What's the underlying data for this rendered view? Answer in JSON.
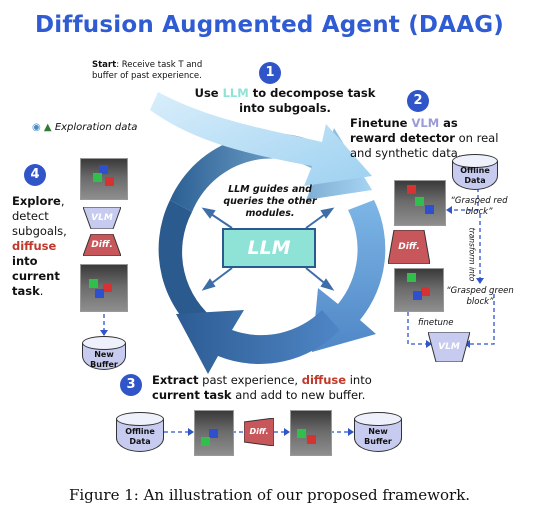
{
  "title": "Diffusion Augmented Agent (DAAG)",
  "caption": "Figure 1: An illustration of our proposed framework.",
  "start": {
    "label": "Start",
    "text": ": Receive task T and buffer of past experience."
  },
  "step1": {
    "number": "1",
    "use": "Use ",
    "llm": "LLM",
    "rest": " to decompose task into subgoals."
  },
  "step2": {
    "number": "2",
    "lead": "Finetune ",
    "vlm": "VLM",
    "bold_rest": " as reward detector",
    "rest": " on real and synthetic data."
  },
  "step3": {
    "number": "3",
    "extract": "Extract",
    "text1": " past experience, ",
    "diffuse": "diffuse",
    "text2": " into ",
    "current": "current task",
    "text3": " and add to new buffer."
  },
  "step4": {
    "number": "4",
    "explore": "Explore",
    "text1": ", detect subgoals, ",
    "diffuse": "diffuse",
    "text2": " into current task",
    "text3": "."
  },
  "exploration_label": "Exploration data",
  "center": {
    "guide_text": "LLM guides and queries the other modules.",
    "llm_label": "LLM"
  },
  "offline_data": "Offline Data",
  "new_buffer": "New Buffer",
  "vlm_label": "VLM",
  "diff_label": "Diff.",
  "grasped_red": "“Grasped red block”",
  "grasped_green": "“Grasped green block”",
  "transform_into": "transform into",
  "finetune": "finetune",
  "colors": {
    "title": "#2f5bd3",
    "badge": "#2f55c8",
    "red": "#c0392b",
    "vlm": "#9b9bd9",
    "llm": "#8fe3d6",
    "diff": "#c8575b"
  },
  "icons": [
    "cake-icon",
    "tree-icon"
  ]
}
